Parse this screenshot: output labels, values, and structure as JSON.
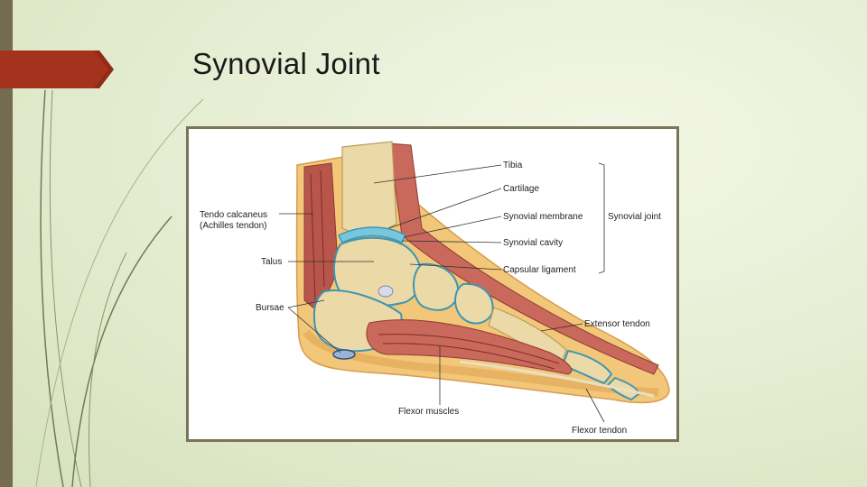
{
  "slide": {
    "title": "Synovial Joint",
    "colors": {
      "accent": "#a5321c",
      "bar": "#736b52",
      "background": "#e4ecd0",
      "frame": "#7a7458"
    }
  },
  "figure": {
    "labels": {
      "tibia": "Tibia",
      "cartilage": "Cartilage",
      "synovial_membrane": "Synovial membrane",
      "synovial_cavity": "Synovial cavity",
      "capsular_ligament": "Capsular ligament",
      "synovial_joint": "Synovial joint",
      "tendo_calcaneus": "Tendo calcaneus",
      "achilles_tendon": "(Achilles tendon)",
      "talus": "Talus",
      "bursae": "Bursae",
      "extensor_tendon": "Extensor tendon",
      "flexor_muscles": "Flexor muscles",
      "flexor_tendon": "Flexor tendon"
    }
  }
}
